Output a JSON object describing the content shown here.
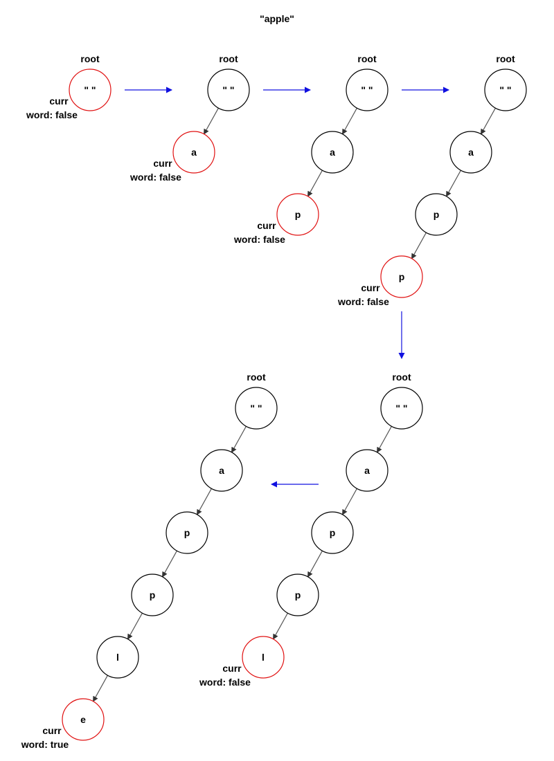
{
  "title": "\"apple\"",
  "colors": {
    "current_node": "#e01010",
    "node": "#000000",
    "edge": "#555555",
    "step_arrow": "#1010e0"
  },
  "steps": [
    {
      "root_label": "root",
      "nodes": [
        "\" \""
      ],
      "current_index": 0,
      "curr_label": "curr",
      "word_label": "word: false"
    },
    {
      "root_label": "root",
      "nodes": [
        "\" \"",
        "a"
      ],
      "current_index": 1,
      "curr_label": "curr",
      "word_label": "word: false"
    },
    {
      "root_label": "root",
      "nodes": [
        "\" \"",
        "a",
        "p"
      ],
      "current_index": 2,
      "curr_label": "curr",
      "word_label": "word: false"
    },
    {
      "root_label": "root",
      "nodes": [
        "\" \"",
        "a",
        "p",
        "p"
      ],
      "current_index": 3,
      "curr_label": "curr",
      "word_label": "word: false"
    },
    {
      "root_label": "root",
      "nodes": [
        "\" \"",
        "a",
        "p",
        "p",
        "l"
      ],
      "current_index": 4,
      "curr_label": "curr",
      "word_label": "word: false"
    },
    {
      "root_label": "root",
      "nodes": [
        "\" \"",
        "a",
        "p",
        "p",
        "l",
        "e"
      ],
      "current_index": 5,
      "curr_label": "curr",
      "word_label": "word: true"
    }
  ]
}
